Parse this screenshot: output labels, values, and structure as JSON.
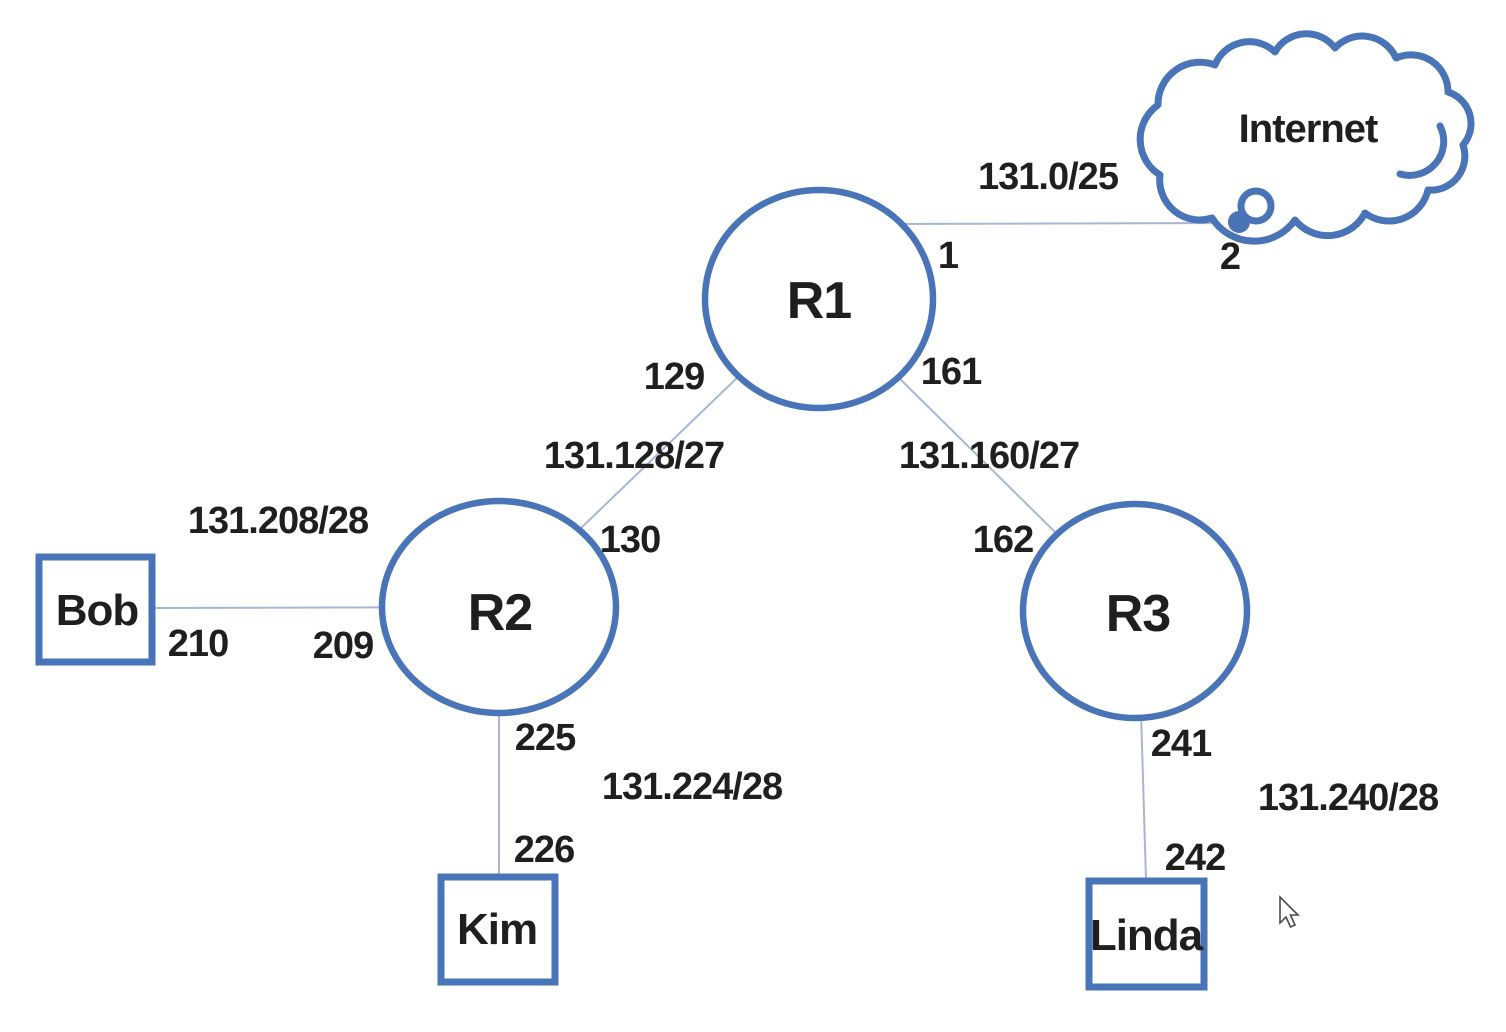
{
  "diagram_type": "network-topology",
  "colors": {
    "node_stroke": "#4a74b8",
    "link_line": "#a9b4d6",
    "text": "#1f1f1f",
    "background": "#ffffff"
  },
  "nodes": {
    "r1": "R1",
    "r2": "R2",
    "r3": "R3",
    "bob": "Bob",
    "kim": "Kim",
    "linda": "Linda",
    "internet": "Internet"
  },
  "links": {
    "r1_internet": {
      "subnet": "131.0/25",
      "r1_if": "1",
      "internet_if": "2"
    },
    "r1_r2": {
      "subnet": "131.128/27",
      "r1_if": "129",
      "r2_if": "130"
    },
    "r1_r3": {
      "subnet": "131.160/27",
      "r1_if": "161",
      "r3_if": "162"
    },
    "bob_r2": {
      "subnet": "131.208/28",
      "bob_if": "210",
      "r2_if": "209"
    },
    "r2_kim": {
      "subnet": "131.224/28",
      "r2_if": "225",
      "kim_if": "226"
    },
    "r3_linda": {
      "subnet": "131.240/28",
      "r3_if": "241",
      "linda_if": "242"
    }
  }
}
